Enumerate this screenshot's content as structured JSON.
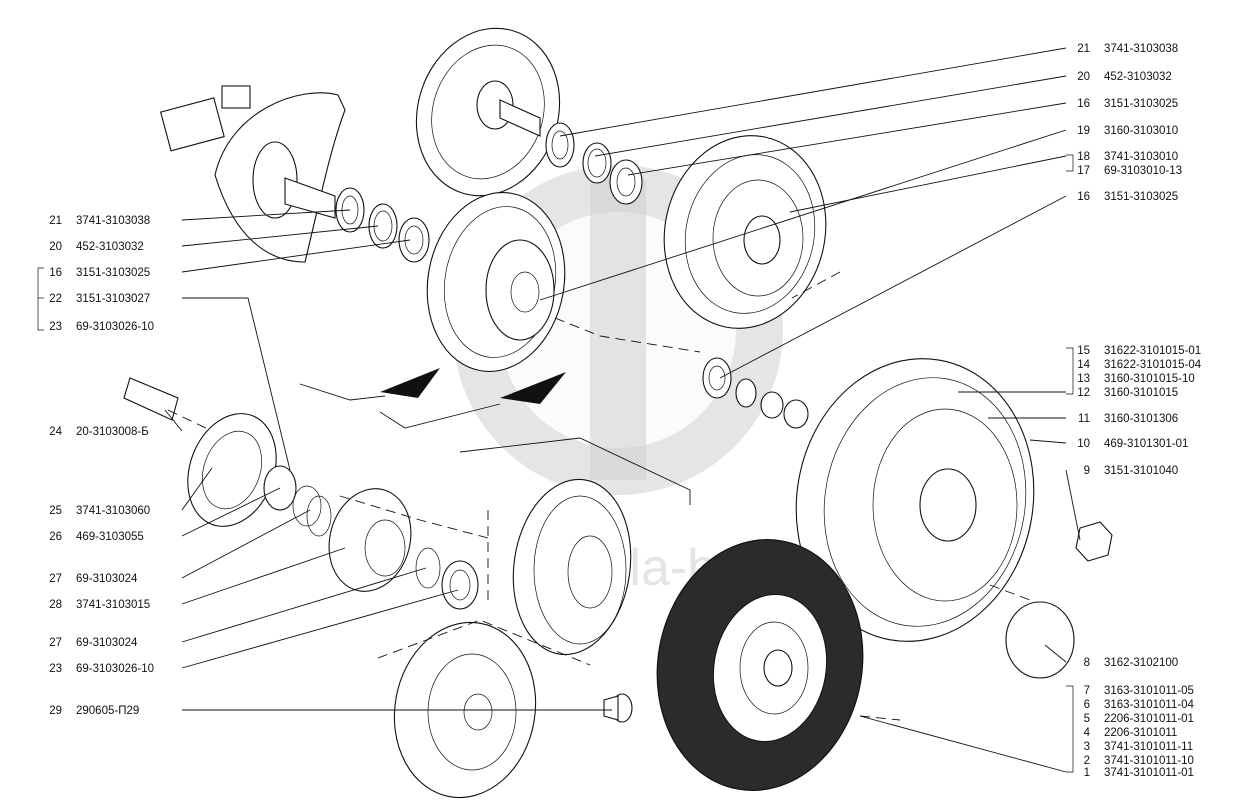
{
  "watermark_text": "dalla-bara",
  "callouts_left": [
    {
      "num": "21",
      "code": "3741-3103038"
    },
    {
      "num": "20",
      "code": "452-3103032"
    },
    {
      "num": "16",
      "code": "3151-3103025"
    },
    {
      "num": "22",
      "code": "3151-3103027"
    },
    {
      "num": "23",
      "code": "69-3103026-10"
    },
    {
      "num": "24",
      "code": "20-3103008-Б"
    },
    {
      "num": "25",
      "code": "3741-3103060"
    },
    {
      "num": "26",
      "code": "469-3103055"
    },
    {
      "num": "27",
      "code": "69-3103024"
    },
    {
      "num": "28",
      "code": "3741-3103015"
    },
    {
      "num": "27",
      "code": "69-3103024"
    },
    {
      "num": "23",
      "code": "69-3103026-10"
    },
    {
      "num": "29",
      "code": "290605-П29"
    }
  ],
  "callouts_right": [
    {
      "num": "21",
      "code": "3741-3103038"
    },
    {
      "num": "20",
      "code": "452-3103032"
    },
    {
      "num": "16",
      "code": "3151-3103025"
    },
    {
      "num": "19",
      "code": "3160-3103010"
    },
    {
      "num": "18",
      "code": "3741-3103010"
    },
    {
      "num": "17",
      "code": "69-3103010-13"
    },
    {
      "num": "16",
      "code": "3151-3103025"
    },
    {
      "num": "15",
      "code": "31622-3101015-01"
    },
    {
      "num": "14",
      "code": "31622-3101015-04"
    },
    {
      "num": "13",
      "code": "3160-3101015-10"
    },
    {
      "num": "12",
      "code": "3160-3101015"
    },
    {
      "num": "11",
      "code": "3160-3101306"
    },
    {
      "num": "10",
      "code": "469-3101301-01"
    },
    {
      "num": "9",
      "code": "3151-3101040"
    },
    {
      "num": "8",
      "code": "3162-3102100"
    },
    {
      "num": "7",
      "code": "3163-3101011-05"
    },
    {
      "num": "6",
      "code": "3163-3101011-04"
    },
    {
      "num": "5",
      "code": "2206-3101011-01"
    },
    {
      "num": "4",
      "code": "2206-3101011"
    },
    {
      "num": "3",
      "code": "3741-3101011-11"
    },
    {
      "num": "2",
      "code": "3741-3101011-10"
    },
    {
      "num": "1",
      "code": "3741-3101011-01"
    }
  ]
}
